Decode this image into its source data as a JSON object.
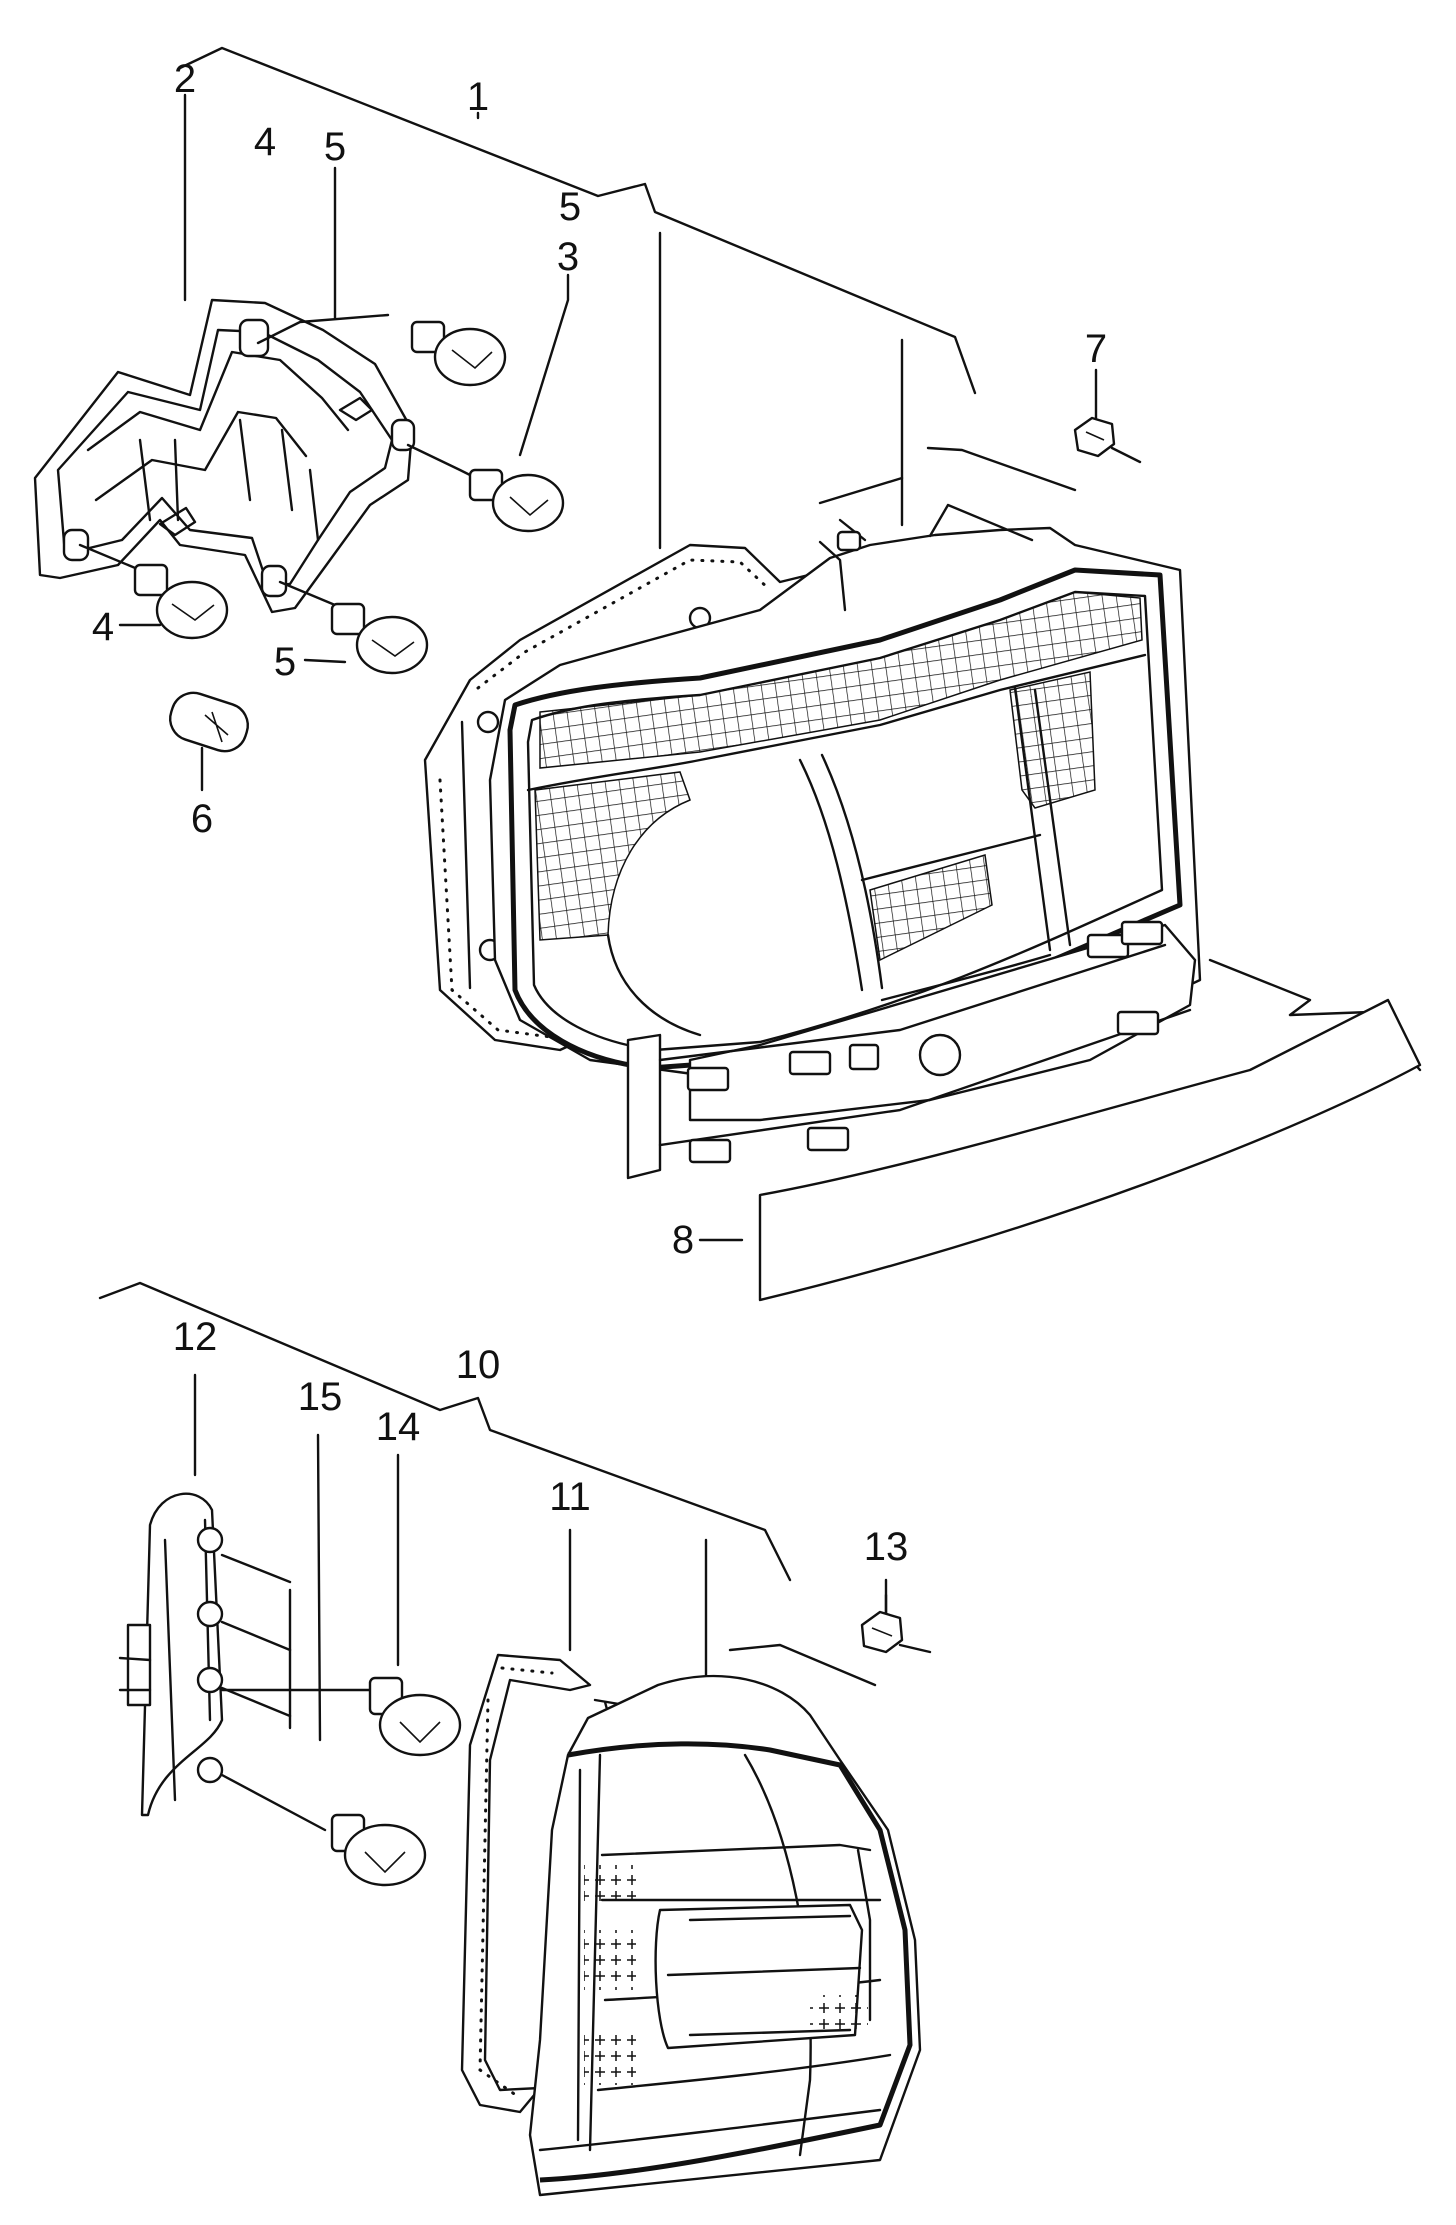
{
  "callouts": [
    {
      "id": "c1",
      "text": "1"
    },
    {
      "id": "c2",
      "text": "2"
    },
    {
      "id": "c3",
      "text": "3"
    },
    {
      "id": "c4a",
      "text": "4"
    },
    {
      "id": "c4b",
      "text": "4"
    },
    {
      "id": "c5a",
      "text": "5"
    },
    {
      "id": "c5b",
      "text": "5"
    },
    {
      "id": "c5c",
      "text": "5"
    },
    {
      "id": "c6",
      "text": "6"
    },
    {
      "id": "c7",
      "text": "7"
    },
    {
      "id": "c8",
      "text": "8"
    },
    {
      "id": "c10",
      "text": "10"
    },
    {
      "id": "c11",
      "text": "11"
    },
    {
      "id": "c12",
      "text": "12"
    },
    {
      "id": "c13",
      "text": "13"
    },
    {
      "id": "c14",
      "text": "14"
    },
    {
      "id": "c15",
      "text": "15"
    }
  ]
}
